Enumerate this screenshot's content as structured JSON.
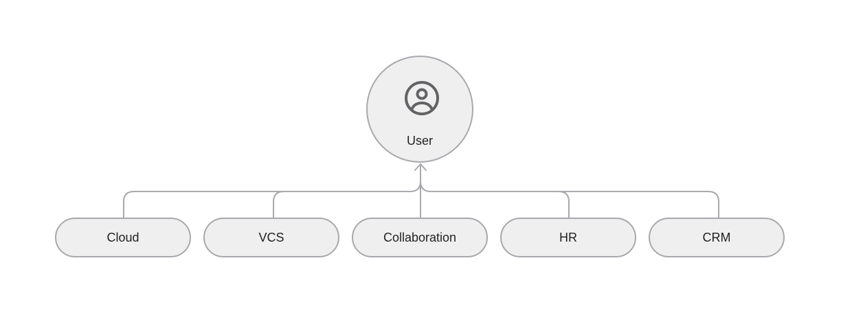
{
  "diagram": {
    "root": {
      "label": "User",
      "icon": "user-circle-icon"
    },
    "sources": [
      {
        "label": "Cloud"
      },
      {
        "label": "VCS"
      },
      {
        "label": "Collaboration"
      },
      {
        "label": "HR"
      },
      {
        "label": "CRM"
      }
    ],
    "colors": {
      "node_fill": "#efeff0",
      "node_stroke": "#a8a8ad",
      "connector": "#a8a8ad",
      "icon": "#636366",
      "text": "#222222"
    }
  }
}
